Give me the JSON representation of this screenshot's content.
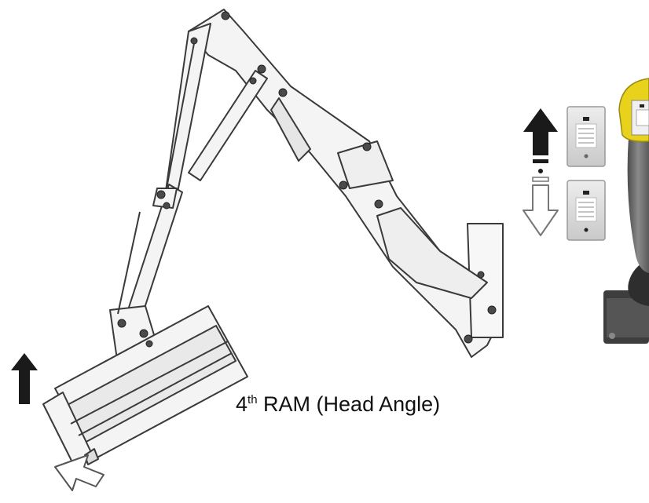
{
  "diagram": {
    "label_ordinal": "4",
    "label_suffix": "th",
    "label_main": " RAM (Head Angle)"
  },
  "colors": {
    "outline": "#3a3a3a",
    "fill": "#f2f2f2",
    "arrow_dark": "#1a1a1a",
    "joystick_yellow": "#e8d21c",
    "joystick_body": "#6e6e6e"
  },
  "icons": [
    "arrow-up-black-icon",
    "arrow-down-outline-icon",
    "joystick-icon",
    "switch-icon"
  ]
}
